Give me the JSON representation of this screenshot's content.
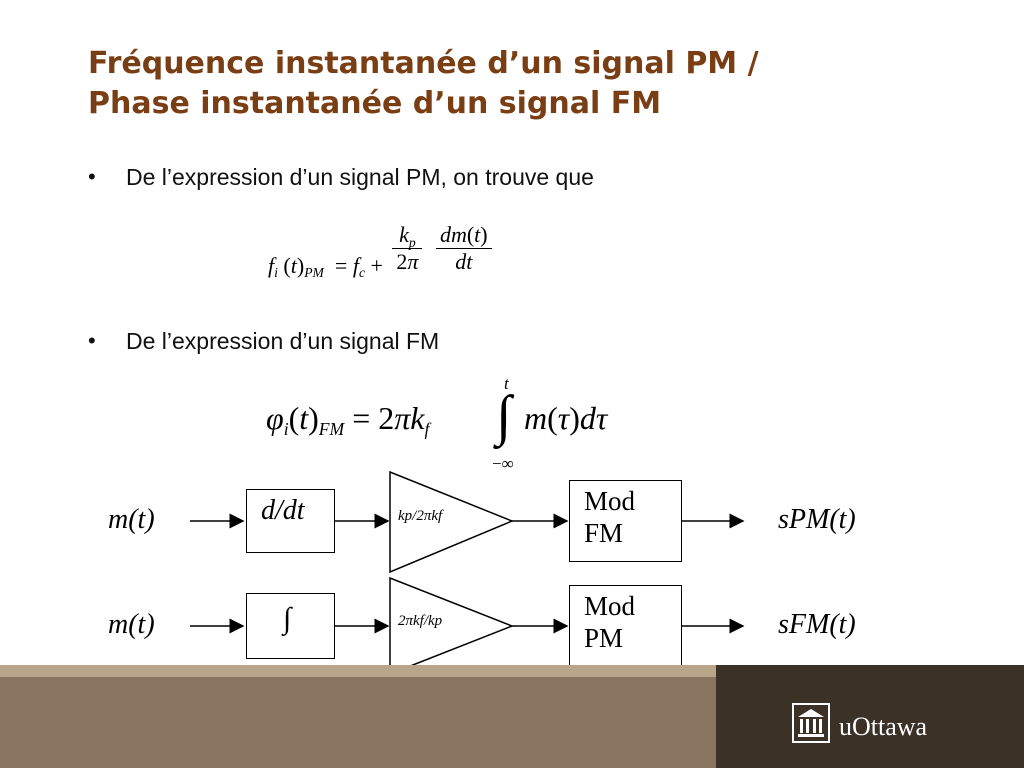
{
  "slide": {
    "title_line1": "Fréquence instantanée d’un signal PM /",
    "title_line2": "Phase instantanée d’un signal FM",
    "title_color": "#7a3e14"
  },
  "bullets": [
    {
      "marker": "•",
      "text": "De l’expression d’un signal PM, on trouve que"
    },
    {
      "marker": "•",
      "text": "De l’expression d’un signal FM"
    }
  ],
  "diagram": {
    "rows": [
      {
        "input_label": "m(t)",
        "block_label": "d/dt",
        "gain_label": "kp/2πkf",
        "modulator_line1": "Mod",
        "modulator_line2": "FM",
        "output_label": "sPM(t)"
      },
      {
        "input_label": "m(t)",
        "block_label": "∫",
        "gain_label": "2πkf/kp",
        "modulator_line1": "Mod",
        "modulator_line2": "PM",
        "output_label": "sFM(t)"
      }
    ]
  },
  "footer": {
    "logo_text": "uOttawa",
    "dark_color": "#3b3127",
    "band_color": "#8a7660"
  }
}
